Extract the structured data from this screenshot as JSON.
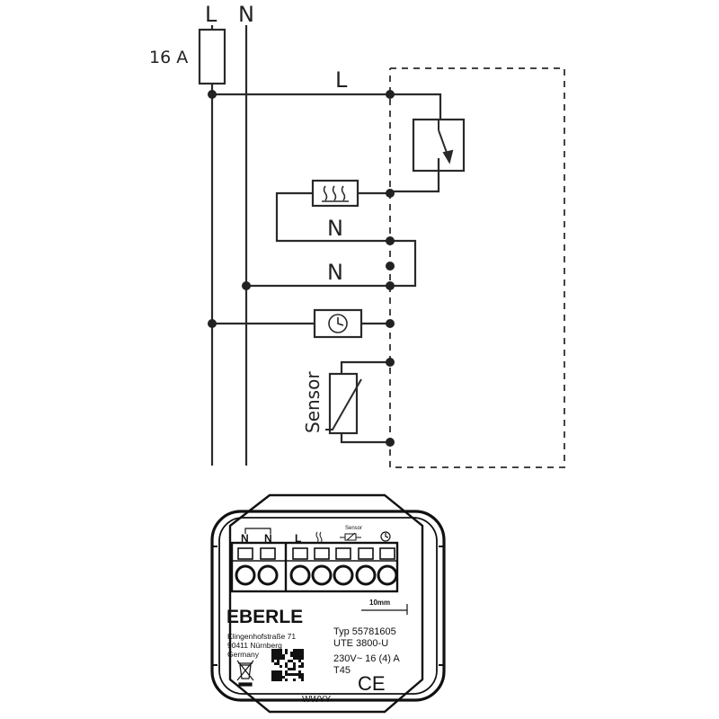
{
  "wiring": {
    "rail_l": "L",
    "rail_n": "N",
    "fuse": "16 A",
    "line_label": "L",
    "neutral_1": "N",
    "neutral_2": "N",
    "sensor": "Sensor"
  },
  "device": {
    "terminals": [
      "N",
      "N",
      "L",
      "",
      "",
      ""
    ],
    "sensor_tag": "Sensor",
    "brand": "EBERLE",
    "address": [
      "Klingenhofstraße 71",
      "90411 Nürnberg",
      "Germany"
    ],
    "scale": "10mm",
    "type_line": "Typ 55781605",
    "model": "UTE 3800-U",
    "rating": "230V~ 16 (4) A",
    "temp_class": "T45",
    "ce": "CE",
    "date_code": "WWYY"
  },
  "colors": {
    "line": "#2a2a2a",
    "dashed": "#444444",
    "device": "#111111"
  }
}
